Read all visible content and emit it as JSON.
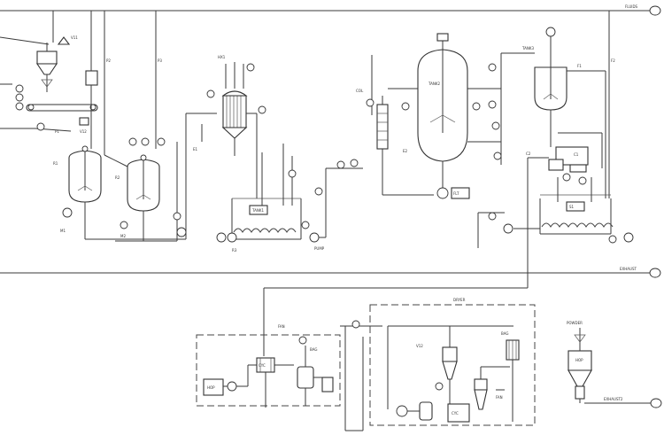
{
  "labels": {
    "top_right": "FLUIDS",
    "mid_right": "EXHAUST",
    "bottom_right": "EXHAUST2",
    "dashed_box_title": "DRYER",
    "hopper_br": "POWDER"
  },
  "tags": {
    "t01": "V11",
    "t02": "V12",
    "t03": "P1",
    "t04": "P2",
    "t05": "P3",
    "t06": "R1",
    "t07": "R2",
    "t08": "R3",
    "t09": "M1",
    "t10": "M2",
    "t11": "TANK1",
    "t12": "TANK2",
    "t13": "TANK3",
    "t14": "HX1",
    "t15": "E1",
    "t16": "E2",
    "t17": "COL",
    "t18": "FLT",
    "t19": "PUMP",
    "t20": "F1",
    "t21": "F2",
    "t22": "C1",
    "t23": "C2",
    "t24": "S1",
    "t25": "HOP",
    "t26": "CYC",
    "t27": "BAG",
    "t28": "FAN"
  },
  "colors": {
    "line": "#3a3a3a",
    "background": "#ffffff"
  }
}
